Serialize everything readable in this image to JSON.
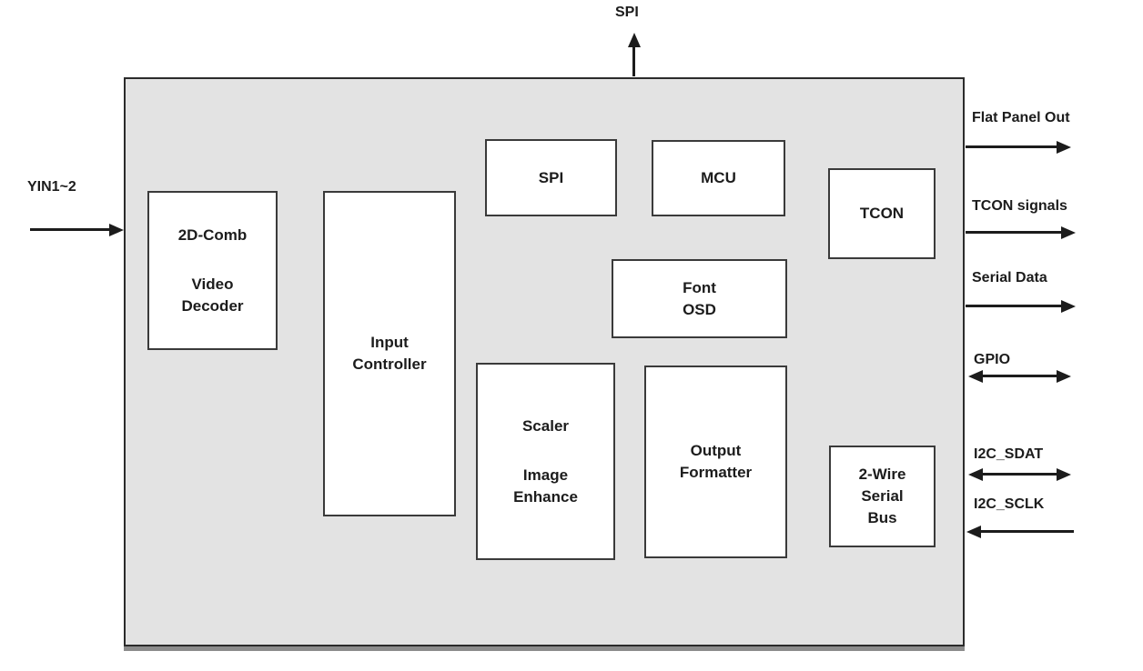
{
  "diagram": {
    "type": "chip-block-diagram",
    "colors": {
      "chip_fill": "#e3e3e3",
      "chip_border": "#2b2b2b",
      "chip_bottom_shadow": "#8c8c8c",
      "block_fill": "#ffffff",
      "block_border": "#3a3a3a",
      "text": "#1c1c1c",
      "arrow": "#1c1c1c"
    },
    "blocks": {
      "video_decoder": {
        "line1": "2D-Comb",
        "line2": "Video",
        "line3": "Decoder"
      },
      "input_controller": {
        "line1": "Input",
        "line2": "Controller"
      },
      "spi": {
        "label": "SPI"
      },
      "mcu": {
        "label": "MCU"
      },
      "tcon": {
        "label": "TCON"
      },
      "font_osd": {
        "line1": "Font",
        "line2": "OSD"
      },
      "scaler": {
        "line1": "Scaler",
        "line2": "Image",
        "line3": "Enhance"
      },
      "output_formatter": {
        "line1": "Output",
        "line2": "Formatter"
      },
      "serial_bus": {
        "line1": "2-Wire",
        "line2": "Serial",
        "line3": "Bus"
      }
    },
    "ports": {
      "yin": {
        "label": "YIN1~2",
        "side": "left",
        "direction": "in"
      },
      "spi_top": {
        "label": "SPI",
        "side": "top",
        "direction": "out"
      },
      "flat_panel_out": {
        "label": "Flat Panel Out",
        "side": "right",
        "direction": "out"
      },
      "tcon_signals": {
        "label": "TCON signals",
        "side": "right",
        "direction": "out"
      },
      "serial_data": {
        "label": "Serial Data",
        "side": "right",
        "direction": "out"
      },
      "gpio": {
        "label": "GPIO",
        "side": "right",
        "direction": "bidirectional"
      },
      "i2c_sdat": {
        "label": "I2C_SDAT",
        "side": "right",
        "direction": "bidirectional"
      },
      "i2c_sclk": {
        "label": "I2C_SCLK",
        "side": "right",
        "direction": "in"
      }
    }
  }
}
